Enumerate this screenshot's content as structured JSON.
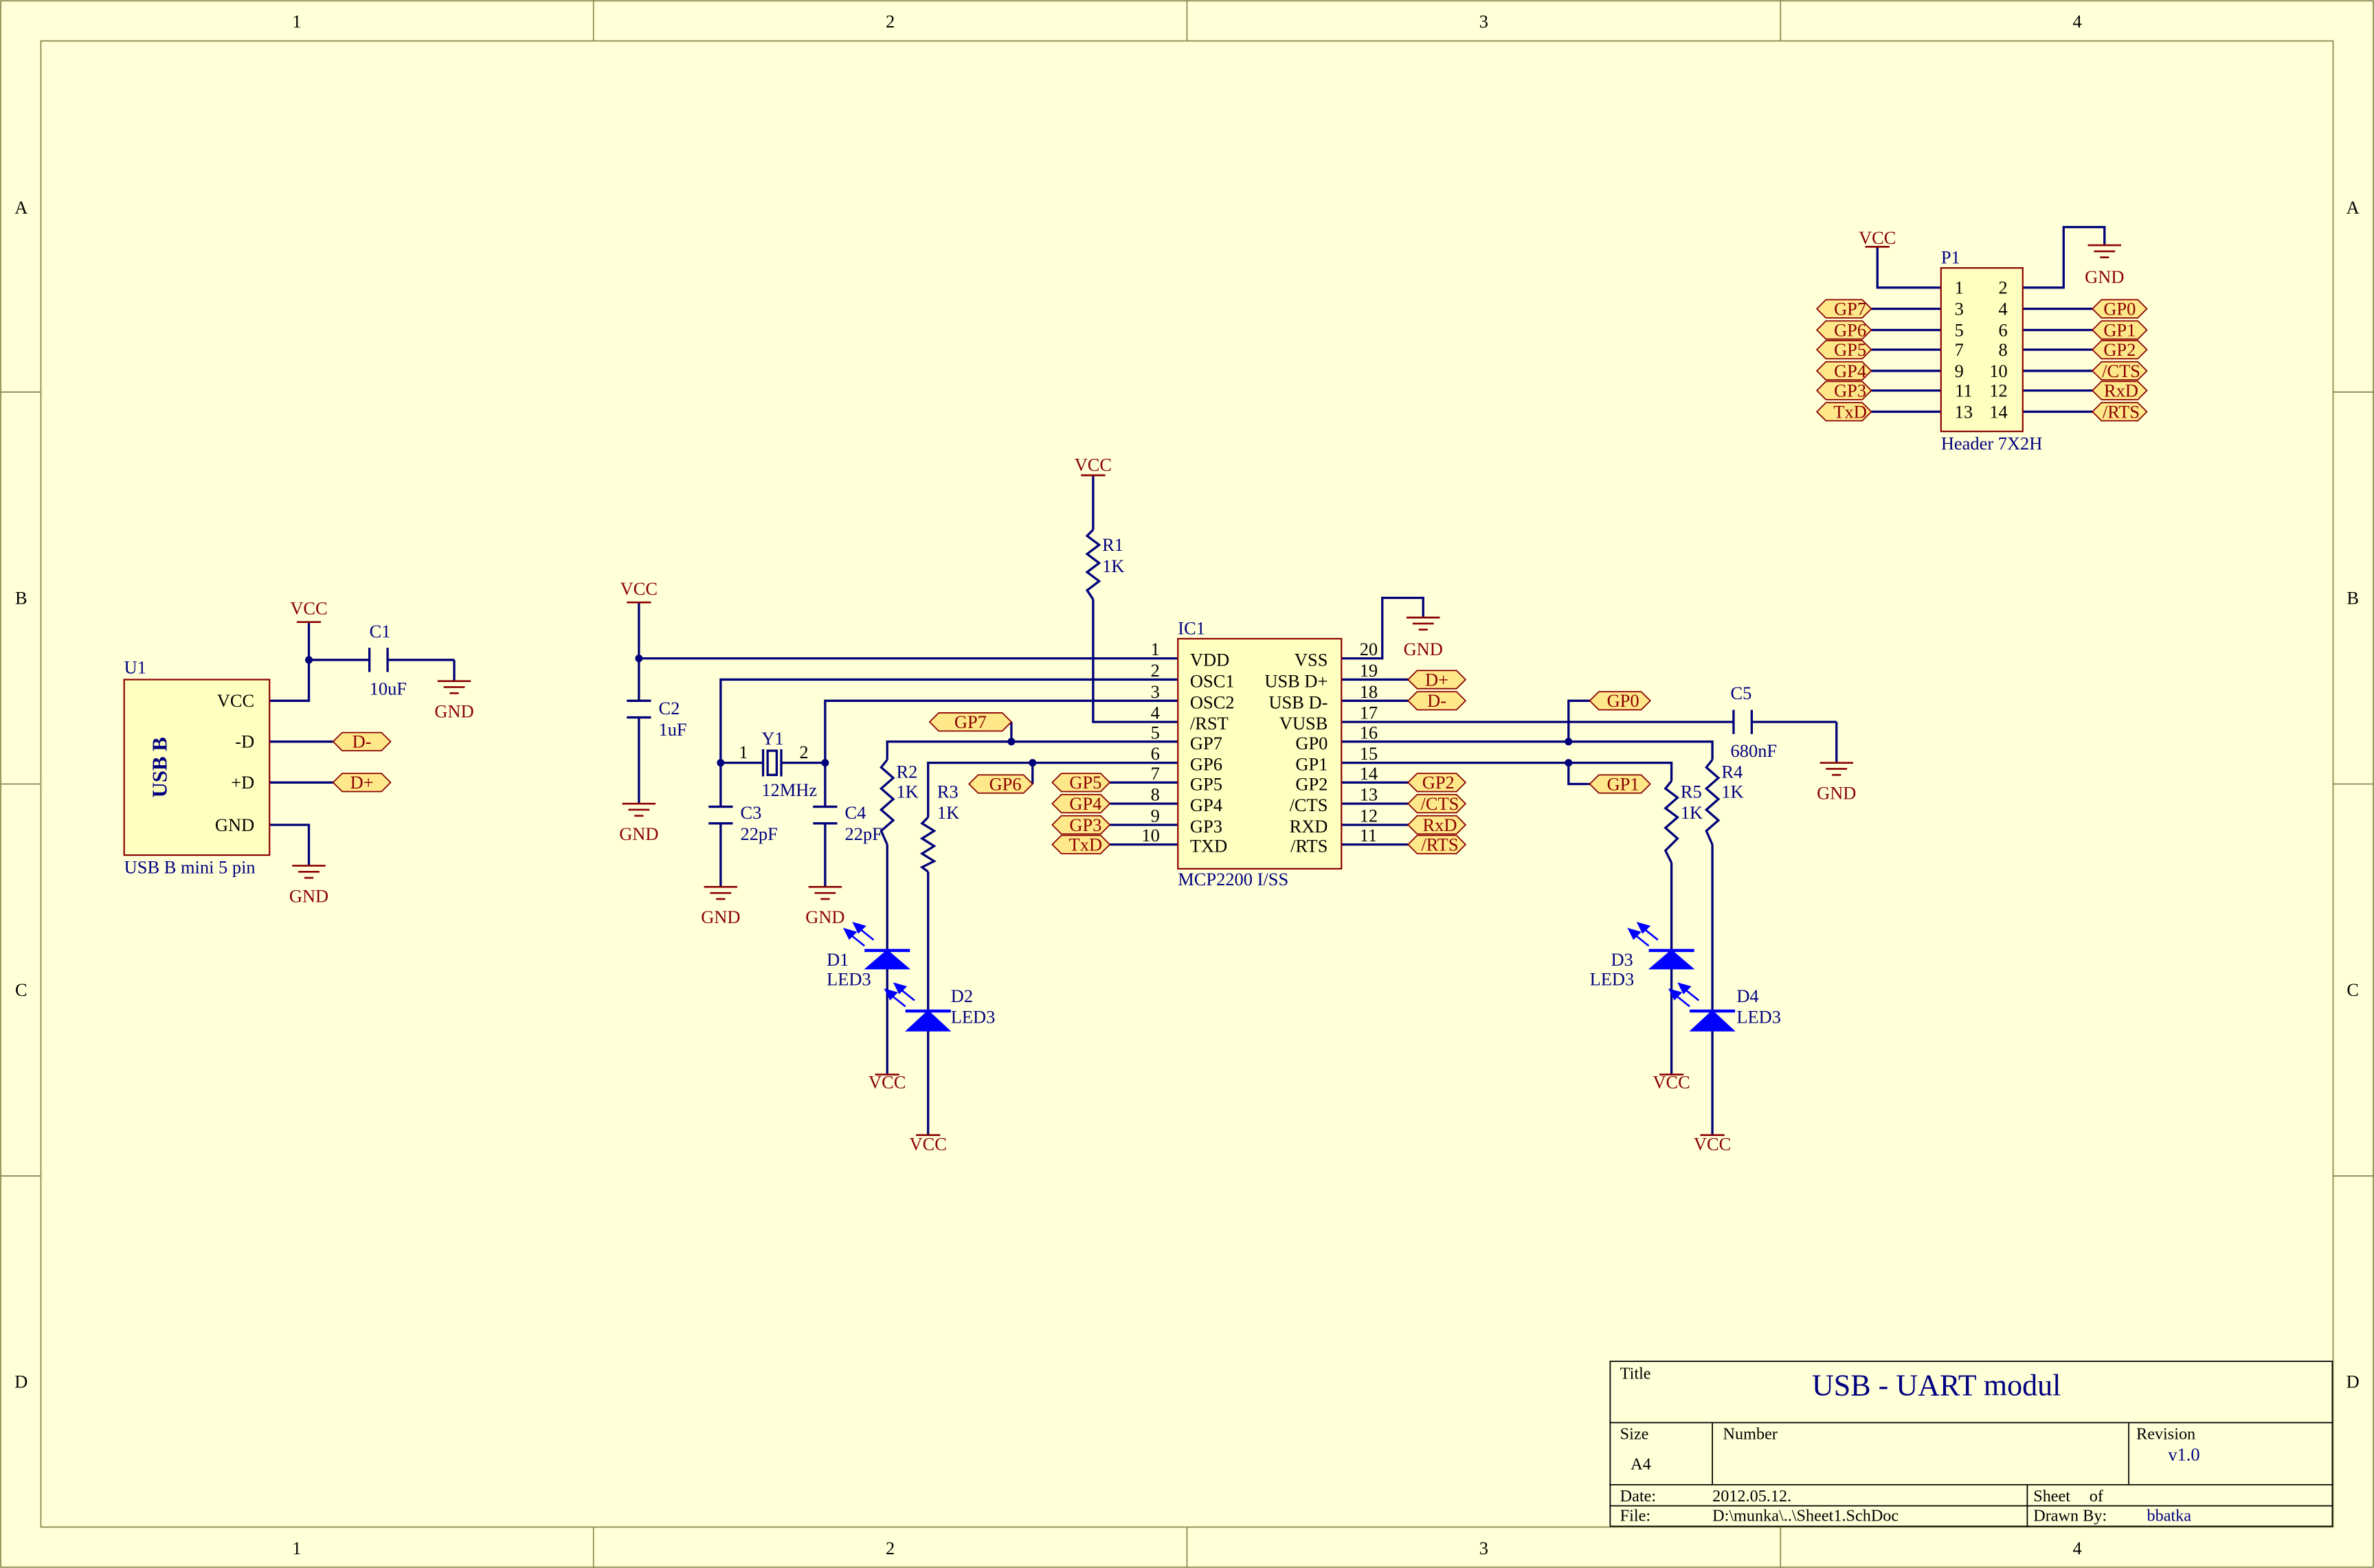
{
  "colors": {
    "background": "#ffffd8",
    "border": "#8a8a50",
    "wire": "#00007a",
    "part": "#000080",
    "power": "#8b0000",
    "port_fill": "#ffe88a",
    "port_stroke": "#8b0000",
    "ic_fill": "#ffffc0",
    "led_fill": "#0000ff",
    "frame_text": "#000000"
  },
  "frame": {
    "columns": [
      "1",
      "2",
      "3",
      "4"
    ],
    "rows": [
      "A",
      "B",
      "C",
      "D"
    ]
  },
  "title_block": {
    "title_label": "Title",
    "title": "USB - UART modul",
    "size_label": "Size",
    "size": "A4",
    "number_label": "Number",
    "revision_label": "Revision",
    "revision": "v1.0",
    "date_label": "Date:",
    "date": "2012.05.12.",
    "sheet_label": "Sheet",
    "of_label": "of",
    "file_label": "File:",
    "file": "D:\\munka\\..\\Sheet1.SchDoc",
    "drawn_label": "Drawn By:",
    "drawn": "bbatka"
  },
  "power": {
    "vcc": "VCC",
    "gnd": "GND"
  },
  "u1": {
    "designator": "U1",
    "body_label": "USB B",
    "pins": [
      "VCC",
      "-D",
      "+D",
      "GND"
    ],
    "footprint": "USB B mini 5 pin"
  },
  "ic1": {
    "designator": "IC1",
    "part": "MCP2200 I/SS",
    "left_pins": [
      {
        "num": "1",
        "name": "VDD"
      },
      {
        "num": "2",
        "name": "OSC1"
      },
      {
        "num": "3",
        "name": "OSC2"
      },
      {
        "num": "4",
        "name": "/RST"
      },
      {
        "num": "5",
        "name": "GP7"
      },
      {
        "num": "6",
        "name": "GP6"
      },
      {
        "num": "7",
        "name": "GP5"
      },
      {
        "num": "8",
        "name": "GP4"
      },
      {
        "num": "9",
        "name": "GP3"
      },
      {
        "num": "10",
        "name": "TXD"
      }
    ],
    "right_pins": [
      {
        "num": "20",
        "name": "VSS"
      },
      {
        "num": "19",
        "name": "USB D+"
      },
      {
        "num": "18",
        "name": "USB D-"
      },
      {
        "num": "17",
        "name": "VUSB"
      },
      {
        "num": "16",
        "name": "GP0"
      },
      {
        "num": "15",
        "name": "GP1"
      },
      {
        "num": "14",
        "name": "GP2"
      },
      {
        "num": "13",
        "name": "/CTS"
      },
      {
        "num": "12",
        "name": "RXD"
      },
      {
        "num": "11",
        "name": "/RTS"
      }
    ]
  },
  "p1": {
    "designator": "P1",
    "part": "Header 7X2H",
    "odd_pins": [
      "1",
      "3",
      "5",
      "7",
      "9",
      "11",
      "13"
    ],
    "even_pins": [
      "2",
      "4",
      "6",
      "8",
      "10",
      "12",
      "14"
    ],
    "left_ports": [
      "GP7",
      "GP6",
      "GP5",
      "GP4",
      "GP3",
      "TxD"
    ],
    "right_ports": [
      "GP0",
      "GP1",
      "GP2",
      "/CTS",
      "RxD",
      "/RTS"
    ]
  },
  "components": {
    "c1": {
      "ref": "C1",
      "value": "10uF"
    },
    "c2": {
      "ref": "C2",
      "value": "1uF"
    },
    "c3": {
      "ref": "C3",
      "value": "22pF"
    },
    "c4": {
      "ref": "C4",
      "value": "22pF"
    },
    "c5": {
      "ref": "C5",
      "value": "680nF"
    },
    "y1": {
      "ref": "Y1",
      "value": "12MHz",
      "pin1": "1",
      "pin2": "2"
    },
    "r1": {
      "ref": "R1",
      "value": "1K"
    },
    "r2": {
      "ref": "R2",
      "value": "1K"
    },
    "r3": {
      "ref": "R3",
      "value": "1K"
    },
    "r4": {
      "ref": "R4",
      "value": "1K"
    },
    "r5": {
      "ref": "R5",
      "value": "1K"
    },
    "d1": {
      "ref": "D1",
      "value": "LED3"
    },
    "d2": {
      "ref": "D2",
      "value": "LED3"
    },
    "d3": {
      "ref": "D3",
      "value": "LED3"
    },
    "d4": {
      "ref": "D4",
      "value": "LED3"
    }
  },
  "net_ports": {
    "u1_dm": "D-",
    "u1_dp": "D+",
    "ic_dp": "D+",
    "ic_dm": "D-",
    "gp7": "GP7",
    "gp6": "GP6",
    "gp5": "GP5",
    "gp4": "GP4",
    "gp3": "GP3",
    "txd": "TxD",
    "gp2": "GP2",
    "cts": "/CTS",
    "rxd": "RxD",
    "rts": "/RTS",
    "gp0": "GP0",
    "gp1": "GP1"
  }
}
